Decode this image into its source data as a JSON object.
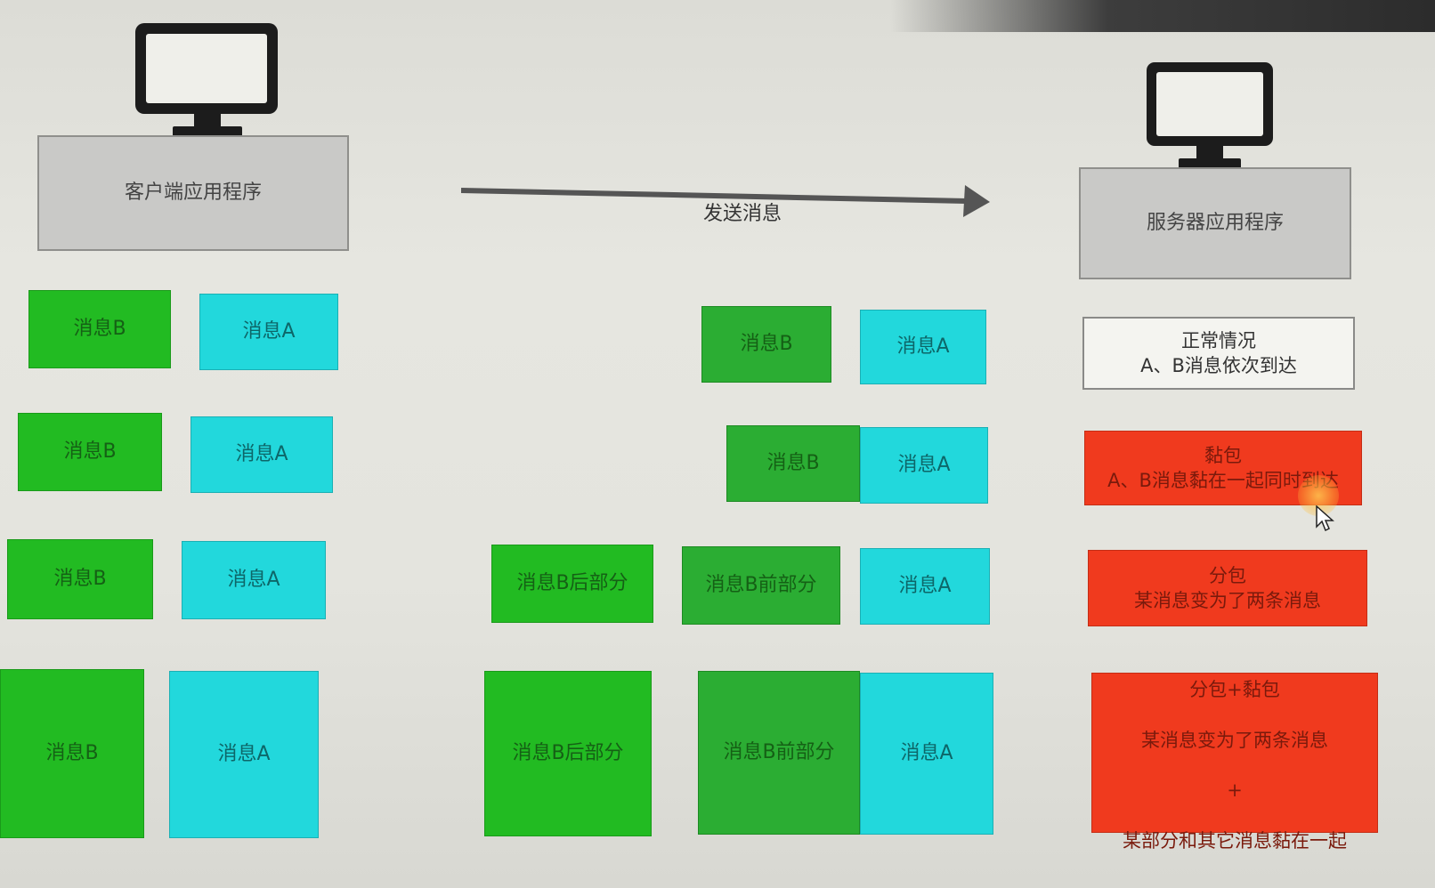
{
  "client": {
    "label": "客户端应用程序",
    "icon": "monitor-icon"
  },
  "server": {
    "label": "服务器应用程序",
    "icon": "monitor-icon"
  },
  "arrow": {
    "label": "发送消息"
  },
  "rows": [
    {
      "client": [
        "消息B",
        "消息A"
      ],
      "transit": [
        "消息B",
        "消息A"
      ],
      "status": {
        "title": "正常情况",
        "desc": "A、B消息依次到达"
      }
    },
    {
      "client": [
        "消息B",
        "消息A"
      ],
      "transit": [
        "消息B",
        "消息A"
      ],
      "status": {
        "title": "黏包",
        "desc": "A、B消息黏在一起同时到达"
      }
    },
    {
      "client": [
        "消息B",
        "消息A"
      ],
      "transit": [
        "消息B后部分",
        "消息B前部分",
        "消息A"
      ],
      "status": {
        "title": "分包",
        "desc": "某消息变为了两条消息"
      }
    },
    {
      "client": [
        "消息B",
        "消息A"
      ],
      "transit": [
        "消息B后部分",
        "消息B前部分",
        "消息A"
      ],
      "status": {
        "title": "分包+黏包",
        "desc": "某消息变为了两条消息",
        "plus": "+",
        "desc2": "某部分和其它消息黏在一起"
      }
    }
  ],
  "colors": {
    "message_b": "#22bb22",
    "message_a": "#22d8dc",
    "problem": "#f03a1e",
    "app_box": "#c9c9c7"
  }
}
